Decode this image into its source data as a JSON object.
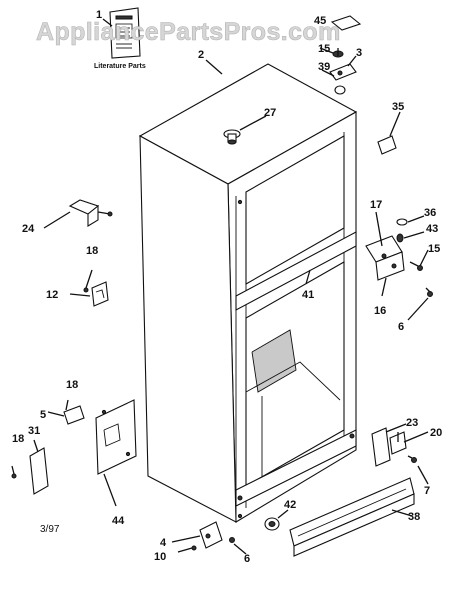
{
  "watermark": "AppliancePartsPros.com",
  "literature_caption": "Literature Parts",
  "date_code": "3/97",
  "callouts": {
    "c1": "1",
    "c2": "2",
    "c3": "3",
    "c4": "4",
    "c5": "5",
    "c6a": "6",
    "c6b": "6",
    "c7": "7",
    "c10": "10",
    "c12": "12",
    "c15a": "15",
    "c15b": "15",
    "c16": "16",
    "c17": "17",
    "c18a": "18",
    "c18b": "18",
    "c18c": "18",
    "c20": "20",
    "c23": "23",
    "c24": "24",
    "c27": "27",
    "c31": "31",
    "c35": "35",
    "c36": "36",
    "c38": "38",
    "c39": "39",
    "c41": "41",
    "c42": "42",
    "c43": "43",
    "c44": "44",
    "c45": "45"
  }
}
